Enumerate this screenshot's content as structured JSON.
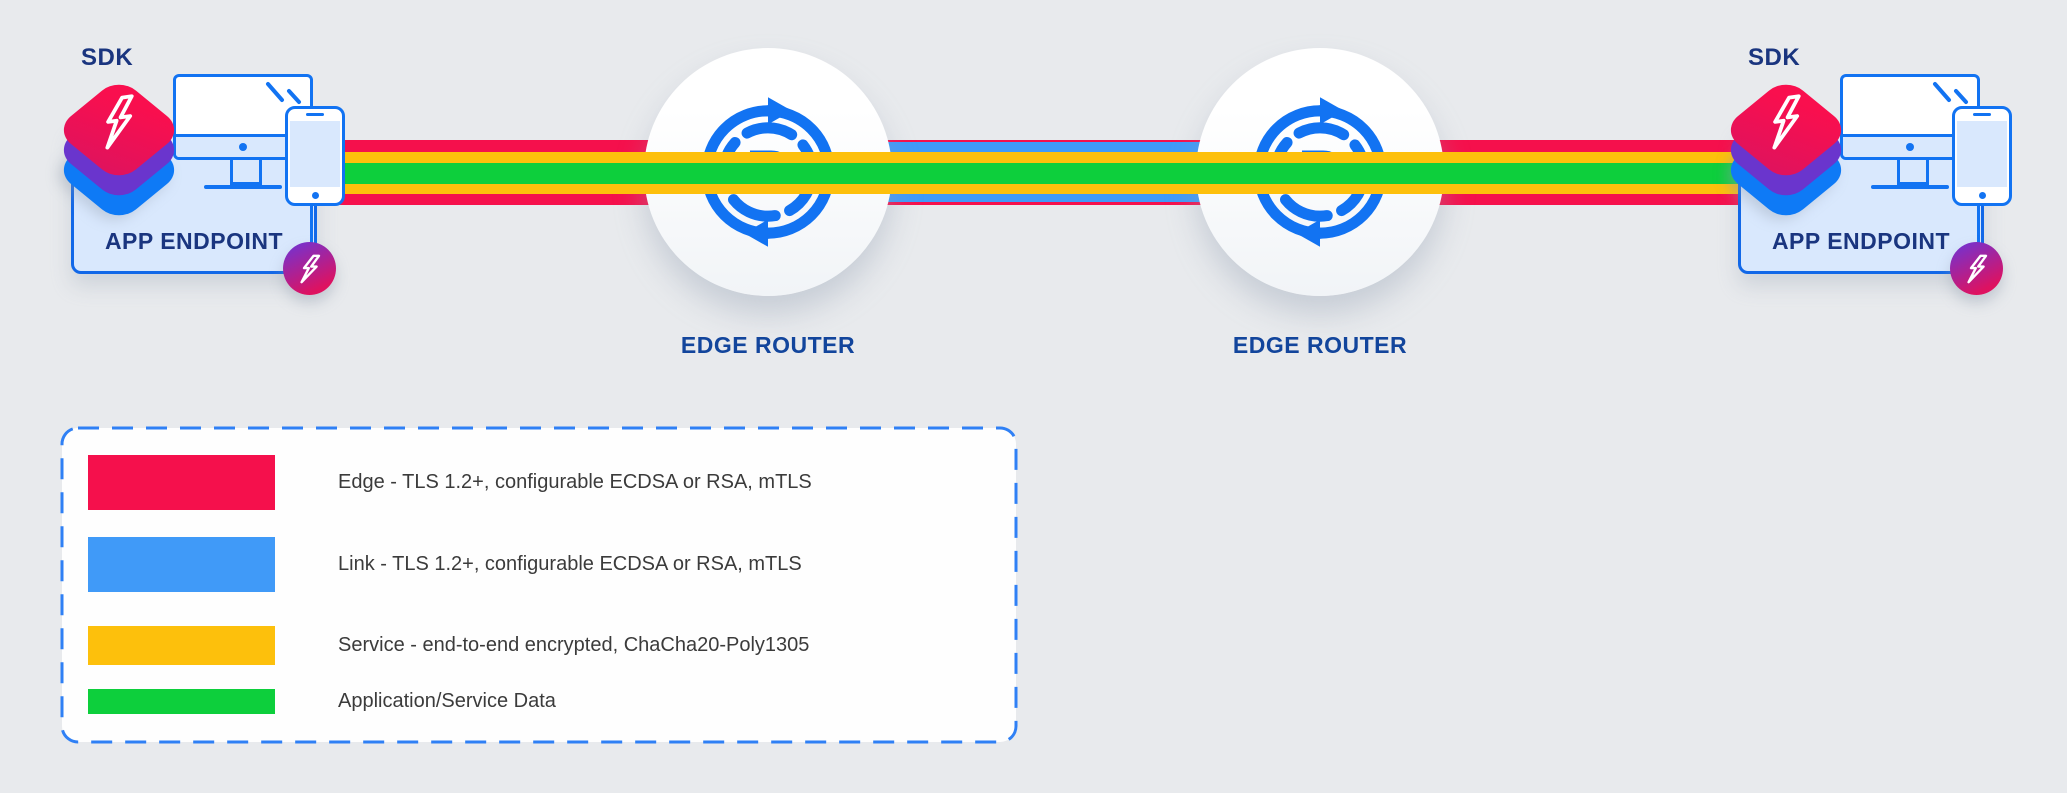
{
  "colors": {
    "background": "#E8EAED",
    "red": "#F5104C",
    "blue": "#409AF8",
    "yellow": "#FDC00C",
    "green": "#0DCF3C",
    "icon_blue": "#1273F2",
    "navy": "#1A357F",
    "router_label": "#12459C",
    "box_fill": "#D9E8FD",
    "box_border": "#1268E8",
    "purple": "#6A35CD",
    "sdk_blue": "#0E7AF6",
    "crimson_a": "#F90F4E",
    "crimson_b": "#E1125C",
    "badge_a": "#7B30C8",
    "badge_b": "#DE1260",
    "legend_text": "#3B3B3B",
    "legend_border": "#2F80F5",
    "legend_bg": "#FEFEFE"
  },
  "endpoints": {
    "left": {
      "sdk_label": "SDK",
      "box_label": "APP ENDPOINT"
    },
    "right": {
      "sdk_label": "SDK",
      "box_label": "APP ENDPOINT"
    }
  },
  "routers": {
    "left": {
      "label": "EDGE ROUTER",
      "icon_letter": "R"
    },
    "right": {
      "label": "EDGE ROUTER",
      "icon_letter": "R"
    }
  },
  "legend": {
    "rows": [
      {
        "id": "edge",
        "label": "Edge - TLS 1.2+, configurable ECDSA or RSA, mTLS"
      },
      {
        "id": "link",
        "label": "Link - TLS 1.2+, configurable ECDSA or RSA, mTLS"
      },
      {
        "id": "service",
        "label": "Service - end-to-end encrypted, ChaCha20-Poly1305"
      },
      {
        "id": "data",
        "label": "Application/Service Data"
      }
    ]
  }
}
